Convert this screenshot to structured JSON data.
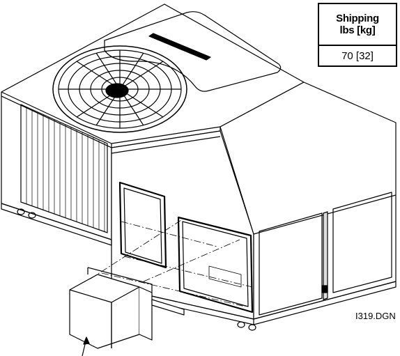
{
  "spec_table": {
    "header_line1": "Shipping",
    "header_line2": "lbs [kg]",
    "value": "70 [32]"
  },
  "drawing_id": "I319.DGN",
  "colors": {
    "line": "#000000",
    "background": "#ffffff",
    "face_light": "#ffffff",
    "face_shade": "#f2f2f2"
  }
}
